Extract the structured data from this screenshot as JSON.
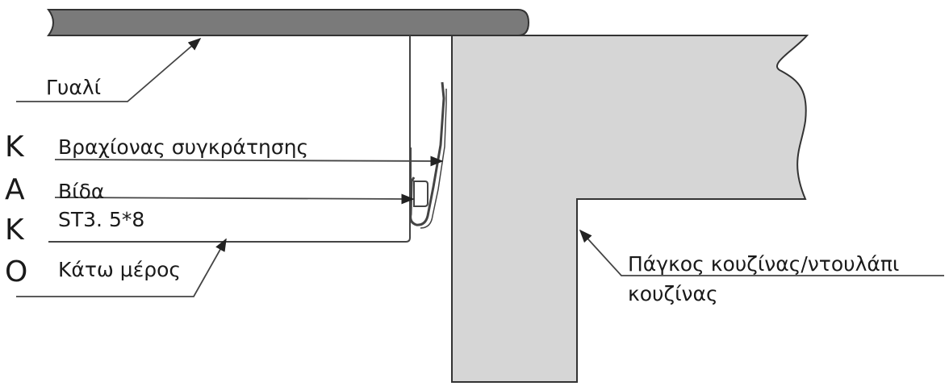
{
  "side_letters": [
    "Κ",
    "Α",
    "Κ",
    "Ο"
  ],
  "labels": {
    "glass": "Γυαλί",
    "arm": "Βραχίονας συγκράτησης",
    "screw_line1": "Βίδα",
    "screw_line2": "ST3. 5*8",
    "bottom": "Κάτω μέρος",
    "counter_line1": "Πάγκος κουζίνας/ντουλάπι",
    "counter_line2": "κουζίνας"
  },
  "colors": {
    "glass_fill": "#7a7a7a",
    "counter_fill": "#d6d6d6",
    "line": "#333333"
  }
}
